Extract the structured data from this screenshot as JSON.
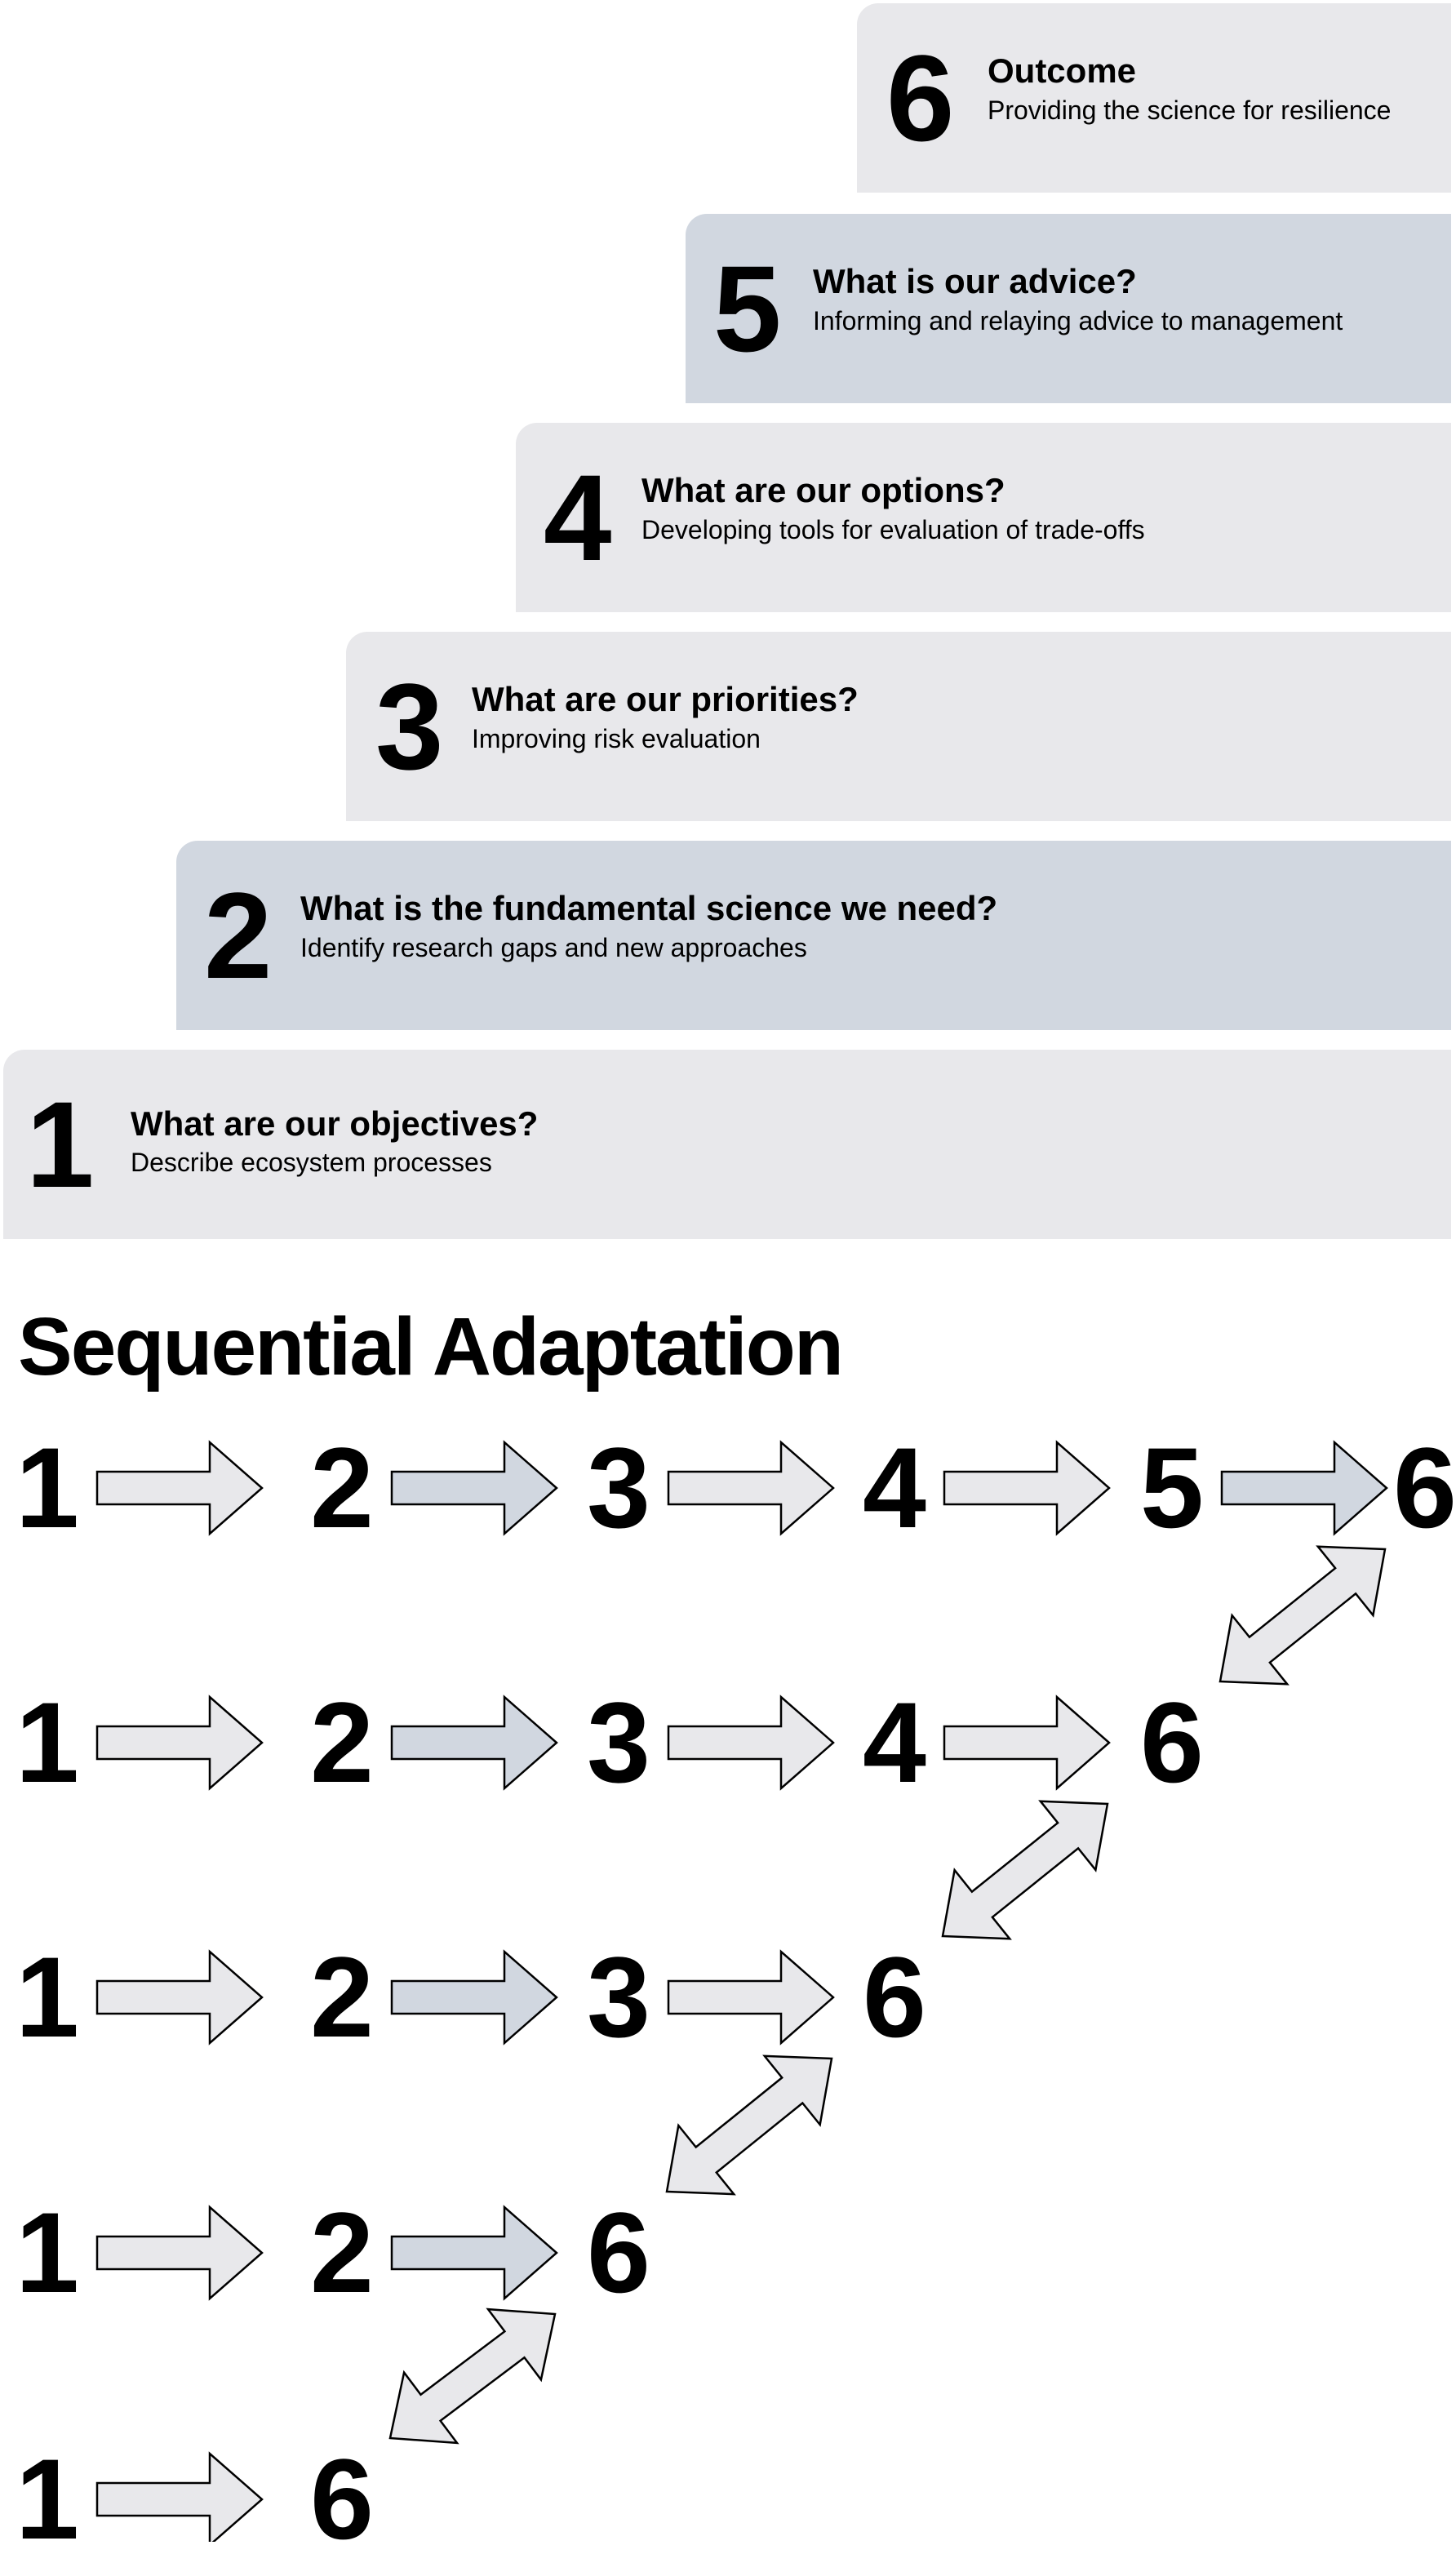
{
  "colors": {
    "light_panel": "#e8e8eb",
    "blue_panel": "#d1d7e0",
    "arrow_light": "#e8e8eb",
    "arrow_blue": "#d1d7e0",
    "outline": "#000000"
  },
  "steps": [
    {
      "num": "6",
      "question": "Outcome",
      "description": "Providing the science for resilience"
    },
    {
      "num": "5",
      "question": "What is our advice?",
      "description": "Informing and relaying advice to management"
    },
    {
      "num": "4",
      "question": "What are our options?",
      "description": "Developing tools for evaluation of trade-offs"
    },
    {
      "num": "3",
      "question": "What are our priorities?",
      "description": "Improving risk evaluation"
    },
    {
      "num": "2",
      "question": "What is the fundamental science we need?",
      "description": "Identify research gaps and new approaches"
    },
    {
      "num": "1",
      "question": "What are our objectives?",
      "description": "Describe ecosystem processes"
    }
  ],
  "sequential": {
    "title": "Sequential Adaptation",
    "rows": [
      [
        "1",
        "2",
        "3",
        "4",
        "5",
        "6"
      ],
      [
        "1",
        "2",
        "3",
        "4",
        "6"
      ],
      [
        "1",
        "2",
        "3",
        "6"
      ],
      [
        "1",
        "2",
        "6"
      ],
      [
        "1",
        "6"
      ]
    ],
    "arrow_icon": "right-arrow-icon",
    "link_icon": "double-headed-arrow-icon"
  }
}
